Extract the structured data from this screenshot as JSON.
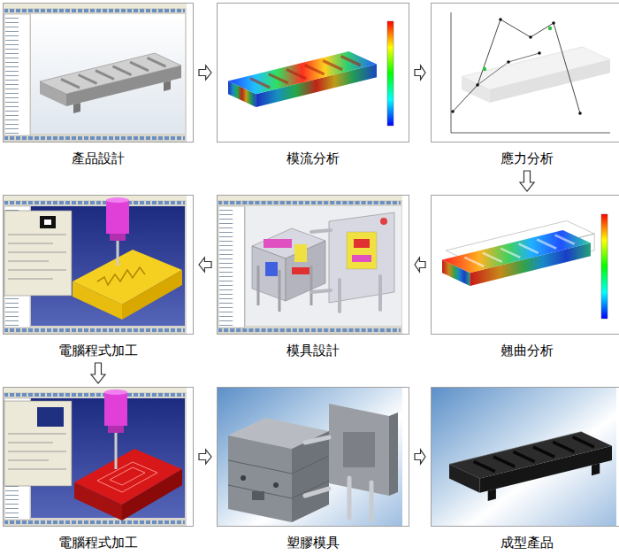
{
  "diagram": {
    "nodes": [
      {
        "text": [
          "產品設計"
        ]
      },
      {
        "text": [
          "模流分析"
        ]
      },
      {
        "text": [
          "應力分析"
        ]
      },
      {
        "text": [
          "電腦程式加工"
        ]
      },
      {
        "text": [
          "模具設計"
        ]
      },
      {
        "text": [
          "翹曲分析"
        ]
      },
      {
        "text": [
          "電腦程式加工"
        ]
      },
      {
        "text": [
          "塑膠模具"
        ]
      },
      {
        "text": [
          "成型產品"
        ]
      }
    ],
    "edges": [
      {
        "from": 0,
        "to": 1,
        "arrow": "to"
      },
      {
        "from": 1,
        "to": 2,
        "arrow": "to"
      },
      {
        "from": 2,
        "to": 5,
        "arrow": "to"
      },
      {
        "from": 5,
        "to": 4,
        "arrow": "to"
      },
      {
        "from": 4,
        "to": 3,
        "arrow": "to"
      },
      {
        "from": 3,
        "to": 6,
        "arrow": "to"
      },
      {
        "from": 6,
        "to": 7,
        "arrow": "to"
      },
      {
        "from": 7,
        "to": 8,
        "arrow": "to"
      }
    ]
  }
}
